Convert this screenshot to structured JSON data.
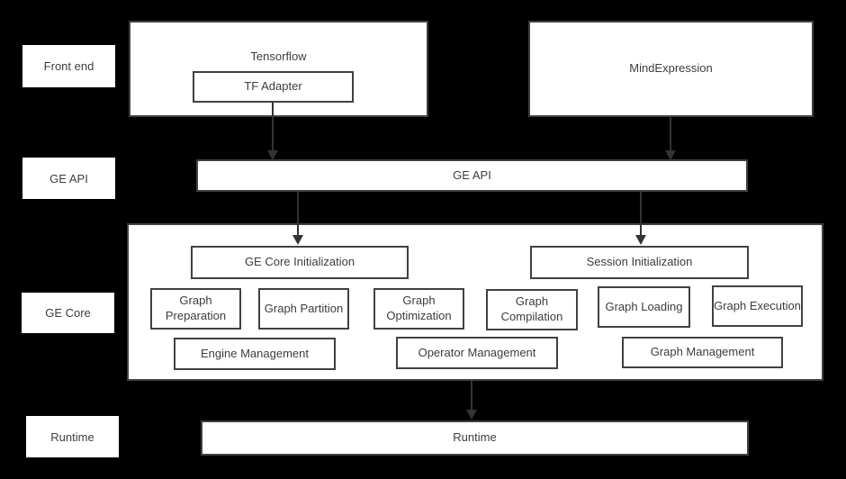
{
  "diagram": {
    "row_labels": {
      "front_end": "Front end",
      "ge_api": "GE API",
      "ge_core": "GE Core",
      "runtime": "Runtime"
    },
    "front_end": {
      "tensorflow_title": "Tensorflow",
      "tf_adapter": "TF Adapter",
      "mind_expression": "MindExpression"
    },
    "ge_api_bar": "GE API",
    "ge_core": {
      "ge_core_initialization": "GE Core Initialization",
      "session_initialization": "Session Initialization",
      "graph_preparation": "Graph Preparation",
      "graph_partition": "Graph Partition",
      "graph_optimization": "Graph Optimization",
      "graph_compilation": "Graph Compilation",
      "graph_loading": "Graph Loading",
      "graph_execution": "Graph Execution",
      "engine_management": "Engine Management",
      "operator_management": "Operator Management",
      "graph_management": "Graph Management"
    },
    "runtime_bar": "Runtime",
    "colors": {
      "background": "#000000",
      "box_fill": "#ffffff",
      "box_border": "#414141",
      "text": "#3d3d3d",
      "arrow": "#333333"
    }
  }
}
